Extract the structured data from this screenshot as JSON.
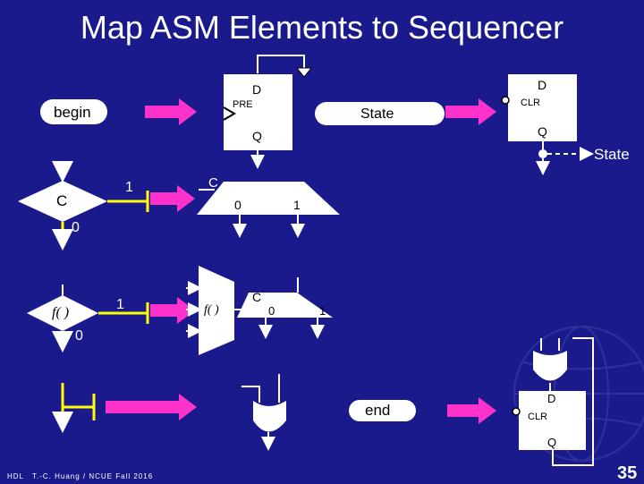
{
  "slide": {
    "title": "Map ASM Elements to Sequencer",
    "page_number": "35",
    "footer_left": "HDL",
    "footer_author": "T.-C. Huang / NCUE  Fall 2016"
  },
  "asm": {
    "state_box": "begin",
    "decision_c": "C",
    "decision_c_true": "1",
    "decision_c_false": "0",
    "decision_f": "f( )",
    "decision_f_true": "1",
    "decision_f_false": "0",
    "end_box": "end"
  },
  "hw": {
    "ff1_d": "D",
    "ff1_pre": "PRE",
    "ff1_q": "Q",
    "state_box": "State",
    "ff2_d": "D",
    "ff2_clr": "CLR",
    "ff2_q": "Q",
    "state_out": "State",
    "demux1_sel": "C",
    "demux1_out0": "0",
    "demux1_out1": "1",
    "mux_f": "f( )",
    "demux2_sel": "C",
    "demux2_out0": "0",
    "demux2_out1": "1",
    "ff3_d": "D",
    "ff3_clr": "CLR",
    "ff3_q": "Q"
  },
  "colors": {
    "background": "#1a1a8c",
    "arrow": "#ff33cc",
    "box": "#ffffff",
    "line": "#ffffff",
    "decision": "#ffff00"
  }
}
